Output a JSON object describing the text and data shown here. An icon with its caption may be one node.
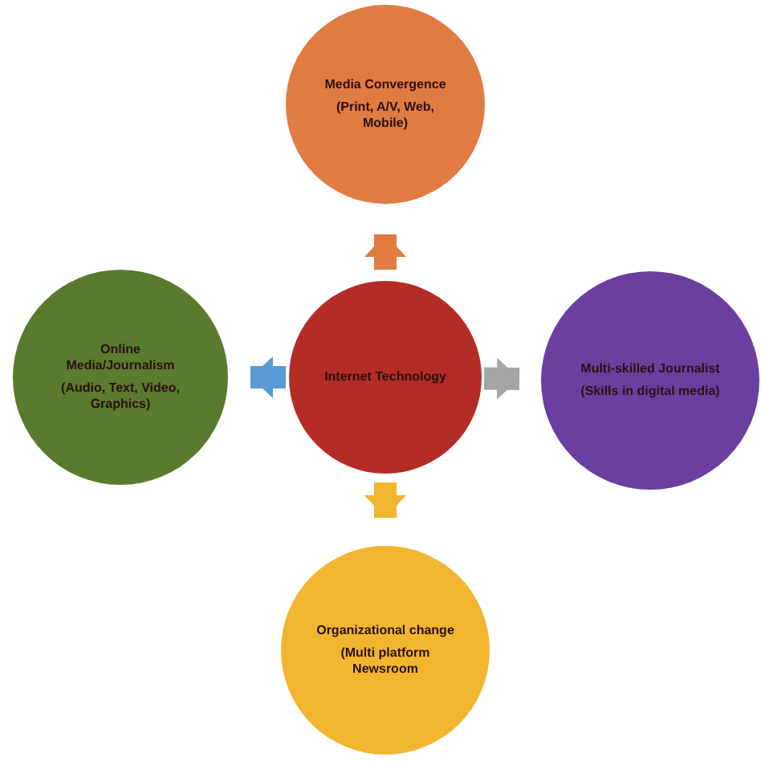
{
  "diagram": {
    "nodes": [
      {
        "text": [
          "Media Convergence",
          "(Print, A/V, Web, Mobile)"
        ]
      },
      {
        "text": [
          "Online Media/Journalism",
          "(Audio, Text, Video, Graphics)"
        ]
      },
      {
        "text": [
          "Internet Technology"
        ]
      },
      {
        "text": [
          "Multi-skilled Journalist",
          "(Skills in digital media)"
        ]
      },
      {
        "text": [
          "Organizational change",
          "(Multi platform Newsroom"
        ]
      }
    ],
    "edges": [
      {
        "from": 2,
        "to": 0,
        "arrow": "to",
        "color": "#e07b42"
      },
      {
        "from": 2,
        "to": 1,
        "arrow": "to",
        "color": "#5b9bd5"
      },
      {
        "from": 2,
        "to": 3,
        "arrow": "to",
        "color": "#a5a5a5"
      },
      {
        "from": 2,
        "to": 4,
        "arrow": "to",
        "color": "#f2b530"
      }
    ]
  }
}
